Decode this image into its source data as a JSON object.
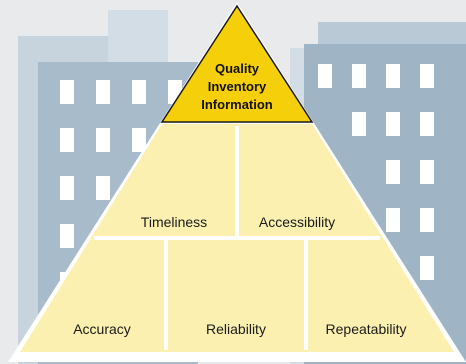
{
  "pyramid": {
    "apex_lines": [
      "Quality",
      "Inventory",
      "Information"
    ],
    "middle_tier": [
      "Timeliness",
      "Accessibility"
    ],
    "base_tier": [
      "Accuracy",
      "Reliability",
      "Repeatability"
    ]
  },
  "colors": {
    "background": "#e9eaec",
    "building_dark": "#9fb4c4",
    "building_light": "#c7d4de",
    "window": "#ffffff",
    "apex_fill": "#f5cf0a",
    "tier_fill": "#fbf0b0",
    "divider": "#ffffff",
    "outline": "#1a1a1a"
  }
}
